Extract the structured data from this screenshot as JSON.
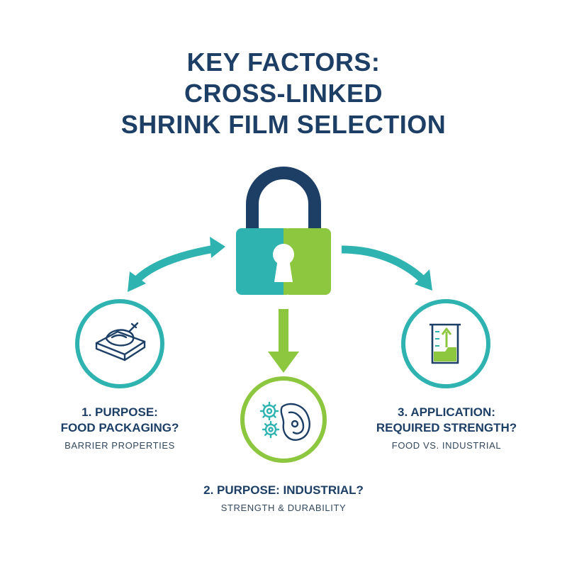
{
  "title_lines": [
    "KEY FACTORS:",
    "CROSS-LINKED",
    "SHRINK FILM SELECTION"
  ],
  "factors": [
    {
      "heading_lines": [
        "1. PURPOSE:",
        "FOOD PACKAGING?"
      ],
      "sub": "BARRIER PROPERTIES",
      "icon": "food-tray-icon"
    },
    {
      "heading_lines": [
        "2. PURPOSE: INDUSTRIAL?"
      ],
      "sub": "STRENGTH & DURABILITY",
      "icon": "gears-part-icon"
    },
    {
      "heading_lines": [
        "3. APPLICATION:",
        "REQUIRED STRENGTH?"
      ],
      "sub": "FOOD VS. INDUSTRIAL",
      "icon": "beaker-icon"
    }
  ],
  "center_icon": "padlock-icon",
  "colors": {
    "navy": "#1d3f66",
    "teal": "#2fb3b0",
    "green": "#8dc63f"
  }
}
